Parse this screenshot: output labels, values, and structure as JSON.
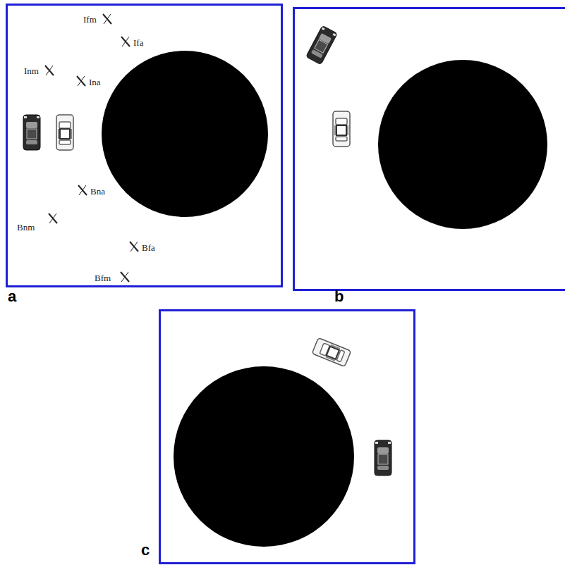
{
  "diagram": {
    "labels": [
      "a",
      "b",
      "c",
      "Ifm",
      "Ifa",
      "Inm",
      "Ina",
      "Bna",
      "Bnm",
      "Bfa",
      "Bfm"
    ]
  }
}
